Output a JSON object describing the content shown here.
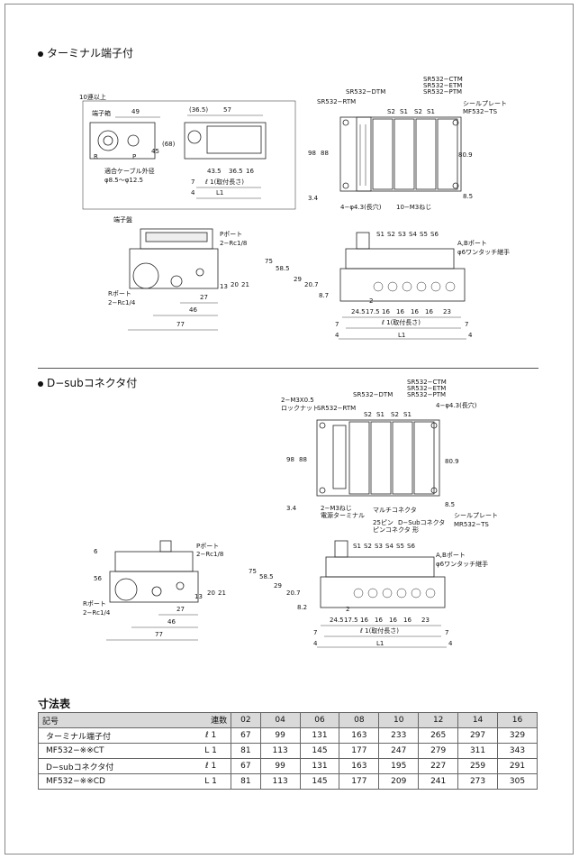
{
  "sections": [
    {
      "title": "ターミナル端子付",
      "labels": {
        "over10": "10連以上",
        "terminal_box": "端子箱",
        "cable_od": "適合ケーブル外径",
        "cable_range": "φ8.5～φ12.5",
        "mount_pitch": "ℓ 1(取付長さ)",
        "l1": "L1",
        "rtm": "SR532−RTM",
        "dtm": "SR532−DTM",
        "ctm": "SR532−CTM",
        "etm": "SR532−ETM",
        "ptm": "SR532−PTM",
        "seal_plate": "シールプレート",
        "seal_model": "MF532−TS",
        "mount_hole": "4−φ4.3(長穴)",
        "screw": "10−M3ねじ",
        "terminal_block": "端子盤",
        "p_port": "Pポート",
        "p_port_size": "2−Rc1/8",
        "r_port": "Rポート",
        "r_port_size": "2−Rc1/4",
        "ab_port": "A,Bポート",
        "ab_fitting": "φ6ワンタッチ継手"
      },
      "dims_top_left": [
        "49",
        "(36.5)",
        "57",
        "45",
        "(68)",
        "7",
        "43.5",
        "36.5",
        "16",
        "4",
        "P",
        "R"
      ],
      "dims_top_right": [
        "98",
        "88",
        "80.9",
        "3.4",
        "8.5",
        "S2",
        "S1",
        "S2",
        "S1"
      ],
      "dims_side": [
        "27",
        "46",
        "77",
        "13",
        "20",
        "21"
      ],
      "dims_front": [
        "75",
        "58.5",
        "29",
        "20.7",
        "8.7",
        "2",
        "24.5",
        "17.5",
        "16",
        "16",
        "16",
        "16",
        "23",
        "7",
        "7",
        "4",
        "4"
      ],
      "station_tags": [
        "S1",
        "S2",
        "S3",
        "S4",
        "S5",
        "S6"
      ]
    },
    {
      "title": "D−subコネクタ付",
      "labels": {
        "lock_nut_size": "2−M3X0.5",
        "lock_nut": "ロックナット",
        "rtm": "SR532−RTM",
        "dtm": "SR532−DTM",
        "ctm": "SR532−CTM",
        "etm": "SR532−ETM",
        "ptm": "SR532−PTM",
        "mount_hole": "4−φ4.3(長穴)",
        "m3_screw": "2−M3ねじ",
        "power_terminal": "電源ターミナル",
        "multi_connector": "マルチコネクタ",
        "pins": "25ピン",
        "pin_type": "ピンコネクタ 形",
        "dsub": "D−Subコネクタ",
        "seal_plate": "シールプレート",
        "seal_model": "MR532−TS",
        "p_port": "Pポート",
        "p_port_size": "2−Rc1/8",
        "r_port": "Rポート",
        "r_port_size": "2−Rc1/4",
        "ab_port": "A,Bポート",
        "ab_fitting": "φ6ワンタッチ継手",
        "mount_pitch": "ℓ 1(取付長さ)",
        "l1": "L1"
      },
      "dims_top": [
        "98",
        "88",
        "80.9",
        "3.4",
        "8.5",
        "S2",
        "S1",
        "S2",
        "S1"
      ],
      "dims_side": [
        "6",
        "56",
        "27",
        "46",
        "77",
        "13",
        "20",
        "21"
      ],
      "dims_front": [
        "75",
        "58.5",
        "29",
        "20.7",
        "8.2",
        "2",
        "24.5",
        "17.5",
        "16",
        "16",
        "16",
        "16",
        "23",
        "7",
        "7",
        "4",
        "4"
      ],
      "station_tags": [
        "S1",
        "S2",
        "S3",
        "S4",
        "S5",
        "S6"
      ]
    }
  ],
  "table": {
    "title": "寸法表",
    "header_left": "記号",
    "header_right": "連数",
    "columns": [
      "02",
      "04",
      "06",
      "08",
      "10",
      "12",
      "14",
      "16"
    ],
    "rows": [
      {
        "name": "ターミナル端子付",
        "sym": "ℓ 1",
        "values": [
          "67",
          "99",
          "131",
          "163",
          "233",
          "265",
          "297",
          "329"
        ]
      },
      {
        "name": "MF532−※※CT",
        "sym": "L 1",
        "values": [
          "81",
          "113",
          "145",
          "177",
          "247",
          "279",
          "311",
          "343"
        ]
      },
      {
        "name": "D−subコネクタ付",
        "sym": "ℓ 1",
        "values": [
          "67",
          "99",
          "131",
          "163",
          "195",
          "227",
          "259",
          "291"
        ]
      },
      {
        "name": "MF532−※※CD",
        "sym": "L 1",
        "values": [
          "81",
          "113",
          "145",
          "177",
          "209",
          "241",
          "273",
          "305"
        ]
      }
    ]
  }
}
